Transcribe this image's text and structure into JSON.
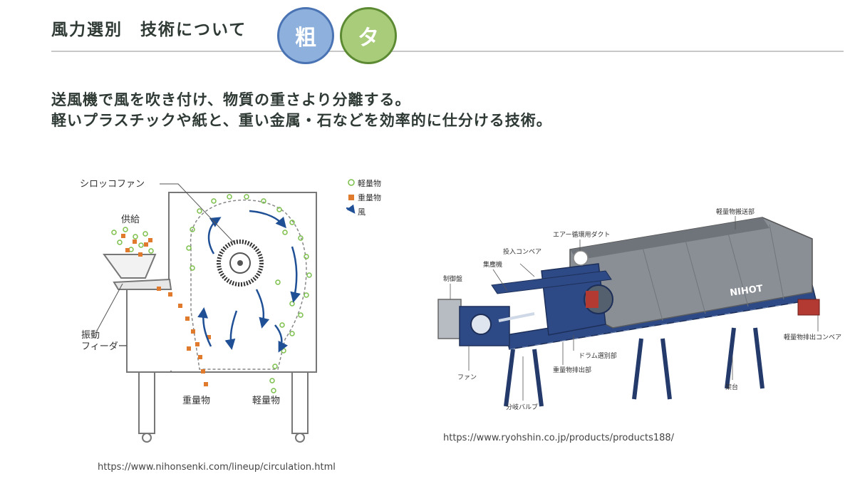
{
  "header": {
    "title": "風力選別　技術について",
    "badge_blue": "粗",
    "badge_green": "タ",
    "colors": {
      "blue": "#8eb0dc",
      "green": "#a9cc7a",
      "rule": "#c8c8c8"
    }
  },
  "description": {
    "line1": "送風機で風を吹き付け、物質の重さより分離する。",
    "line2": "軽いプラスチックや紙と、重い金属・石などを効率的に仕分ける技術。"
  },
  "left_diagram": {
    "labels": {
      "fan": "シロッコファン",
      "supply": "供給",
      "feeder_line1": "振動",
      "feeder_line2": "フィーダー",
      "heavy_out": "重量物",
      "light_out": "軽量物"
    },
    "legend": {
      "light": "軽量物",
      "heavy": "重量物",
      "wind": "風"
    },
    "colors": {
      "light_dot": "#7cbf4a",
      "heavy_dot": "#e07a2c",
      "wind": "#1f4f95"
    },
    "source": "https://www.nihonsenki.com/lineup/circulation.html"
  },
  "right_diagram": {
    "labels": {
      "light_conveyor": "軽量物搬送部",
      "air_duct": "エアー循環用ダクト",
      "input_conveyor": "投入コンベア",
      "dust_collector": "集塵機",
      "control_panel": "制御盤",
      "drum": "ドラム選別部",
      "heavy_discharge": "重量物排出部",
      "fan": "ファン",
      "valve": "分岐バルブ",
      "frame": "架台",
      "light_discharge": "軽量物排出コンベア",
      "brand": "NIHOT"
    },
    "source": "https://www.ryohshin.co.jp/products/products188/"
  }
}
